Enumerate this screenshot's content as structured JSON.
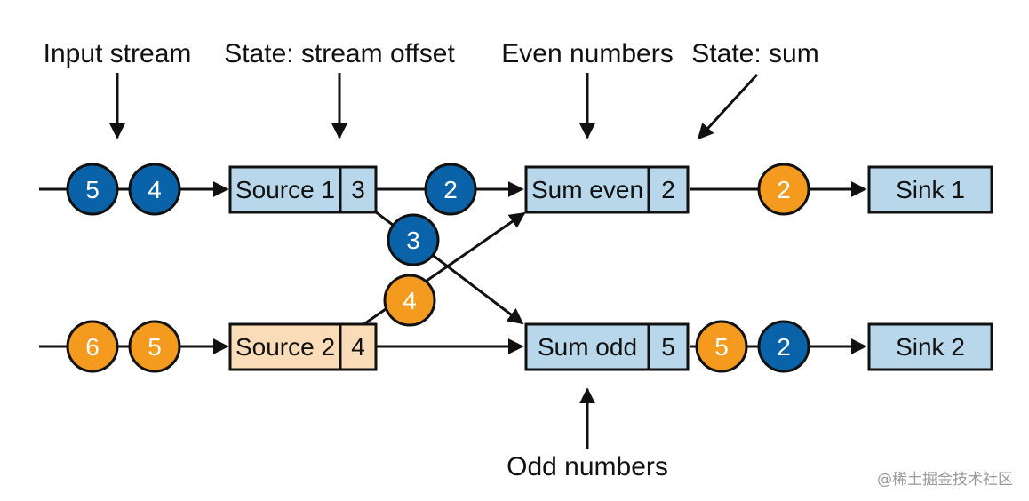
{
  "labels": {
    "input_stream": "Input stream",
    "state_offset": "State: stream offset",
    "even_numbers": "Even numbers",
    "state_sum": "State: sum",
    "odd_numbers": "Odd numbers"
  },
  "operators": {
    "source1": {
      "name": "Source 1",
      "state": "3"
    },
    "source2": {
      "name": "Source 2",
      "state": "4"
    },
    "sum_even": {
      "name": "Sum even",
      "state": "2"
    },
    "sum_odd": {
      "name": "Sum odd",
      "state": "5"
    },
    "sink1": {
      "name": "Sink 1"
    },
    "sink2": {
      "name": "Sink 2"
    }
  },
  "records": {
    "in1_a": "5",
    "in1_b": "4",
    "in2_a": "6",
    "in2_b": "5",
    "s1_to_even": "2",
    "s1_to_odd": "3",
    "s2_to_even": "4",
    "even_out": "2",
    "odd_out_a": "5",
    "odd_out_b": "2"
  },
  "colors": {
    "blue_record": "#0a63a8",
    "orange_record": "#f39a1f",
    "operator_blue": "#b9d7ea",
    "operator_peach": "#fbdcb8"
  },
  "watermark": "@稀土掘金技术社区"
}
